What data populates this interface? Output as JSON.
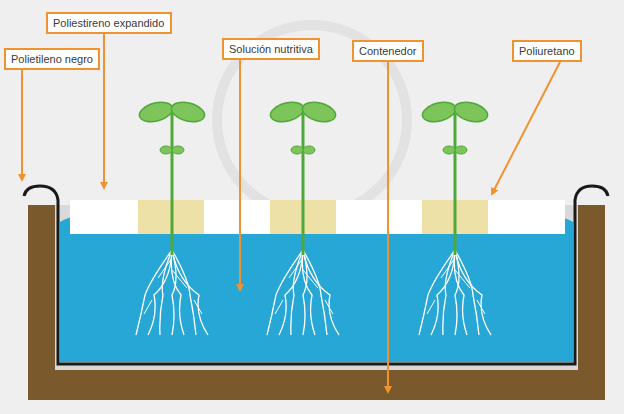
{
  "diagram": {
    "nodes": [
      {
        "text": [
          "Poliestireno expandido"
        ]
      },
      {
        "text": [
          "Polietileno negro"
        ]
      },
      {
        "text": [
          "Solución nutritiva"
        ]
      },
      {
        "text": [
          "Contenedor"
        ]
      },
      {
        "text": [
          "Poliuretano"
        ]
      }
    ]
  }
}
